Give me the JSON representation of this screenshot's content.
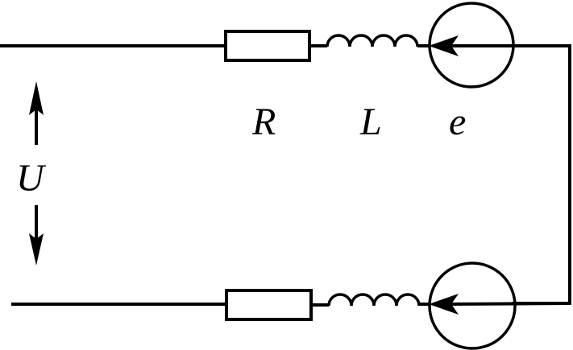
{
  "diagram": {
    "type": "circuit",
    "labels": {
      "voltage": "U",
      "resistor": "R",
      "inductor": "L",
      "emf": "e"
    },
    "branches": [
      {
        "name": "top",
        "components": [
          "resistor",
          "inductor",
          "emf-source"
        ]
      },
      {
        "name": "bottom",
        "components": [
          "resistor",
          "inductor",
          "emf-source"
        ]
      }
    ],
    "colors": {
      "stroke": "#000000",
      "background": "#ffffff"
    }
  }
}
